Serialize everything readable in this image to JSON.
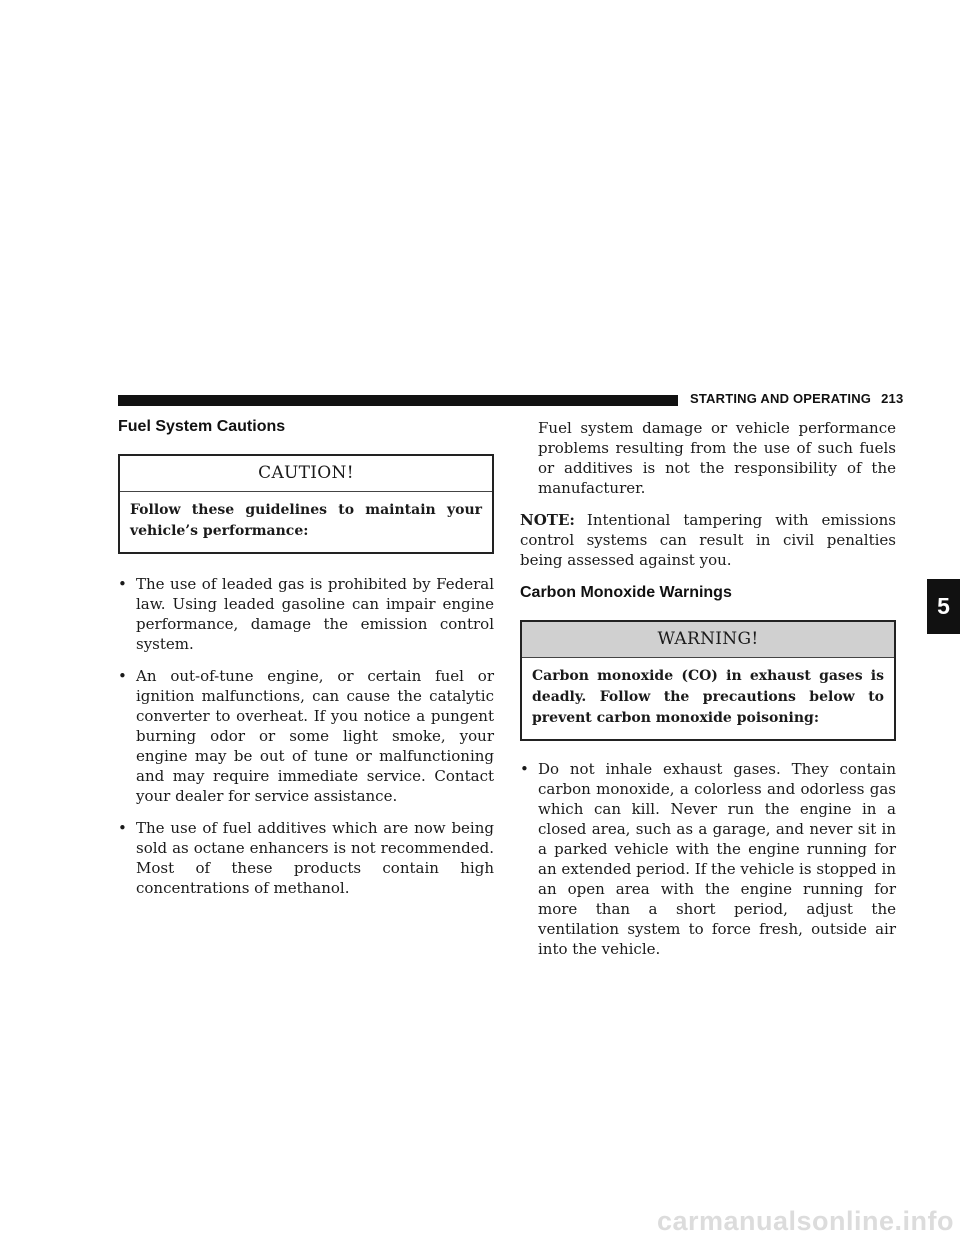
{
  "header": {
    "section": "STARTING AND OPERATING",
    "page_number": "213"
  },
  "chapter_tab": "5",
  "left_column": {
    "heading": "Fuel System Cautions",
    "caution": {
      "title": "CAUTION!",
      "text": "Follow these guidelines to maintain your vehicle’s performance:"
    },
    "bullets": [
      "The use of leaded gas is prohibited by Federal law. Using leaded gasoline can impair engine performance, damage the emission control system.",
      "An out-of-tune engine, or certain fuel or ignition malfunctions, can cause the catalytic converter to overheat. If you notice a pungent burning odor or some light smoke, your engine may be out of tune or malfunctioning and may require immediate service. Contact your dealer for service assistance.",
      "The use of fuel additives which are now being sold as octane enhancers is not recommended. Most of these products contain high concentrations of methanol."
    ]
  },
  "right_column": {
    "continuation": "Fuel system damage or vehicle performance problems resulting from the use of such fuels or additives is not the responsibility of the manufacturer.",
    "note": {
      "label": "NOTE:",
      "text": "Intentional tampering with emissions control systems can result in civil penalties being assessed against you."
    },
    "heading": "Carbon Monoxide Warnings",
    "warning": {
      "title": "WARNING!",
      "text": "Carbon monoxide (CO) in exhaust gases is deadly. Follow the precautions below to prevent carbon monoxide poisoning:"
    },
    "bullets": [
      "Do not inhale exhaust gases. They contain carbon monoxide, a colorless and odorless gas which can kill. Never run the engine in a closed area, such as a garage, and never sit in a parked vehicle with the engine running for an extended period. If the vehicle is stopped in an open area with the engine running for more than a short period, adjust the ventilation system to force fresh, outside air into the vehicle."
    ]
  },
  "footer": {
    "watermark": "carmanualsonline.info"
  }
}
